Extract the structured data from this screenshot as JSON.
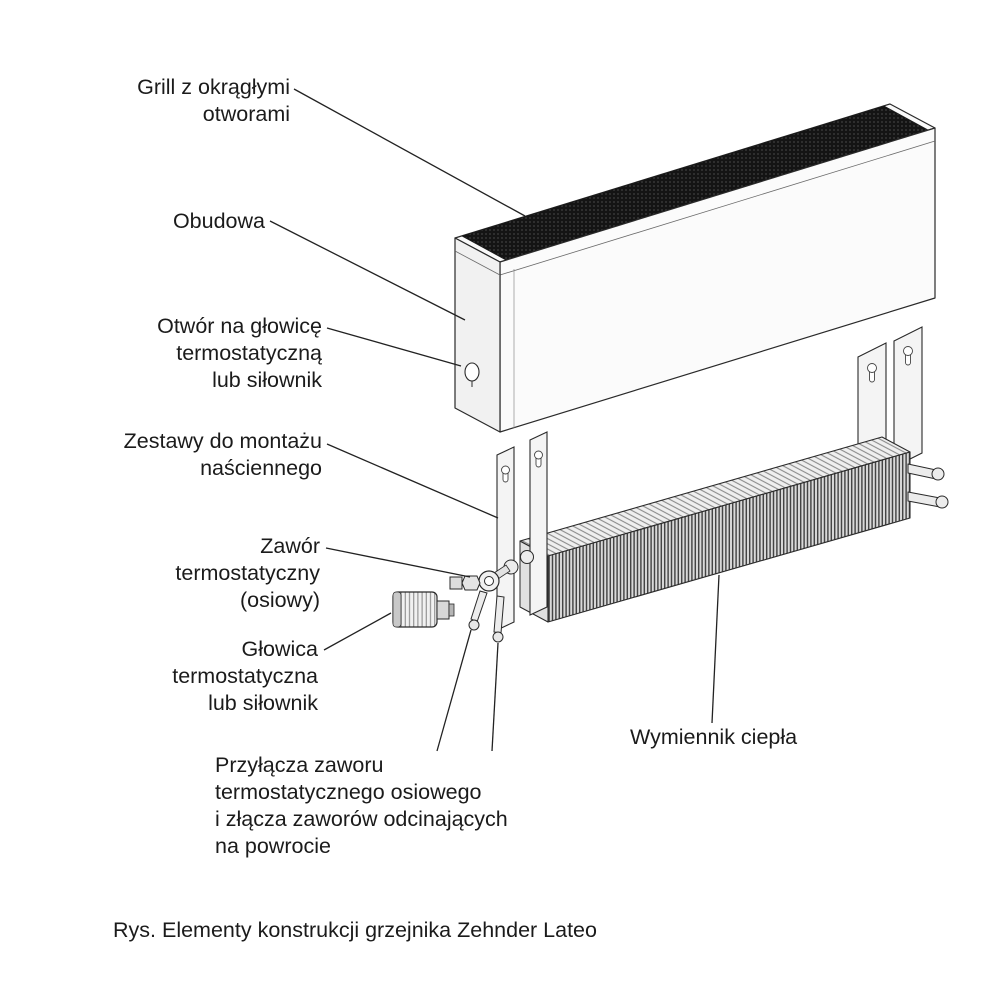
{
  "figure": {
    "caption": "Rys. Elementy konstrukcji grzejnika Zehnder Lateo"
  },
  "labels": {
    "grill": "Grill z okrągłymi\notworami",
    "obudowa": "Obudowa",
    "otwor_glowica": "Otwór na głowicę\ntermostatyczną\nlub siłownik",
    "zestawy_montaz": "Zestawy do montażu\nnaściennego",
    "zawor": "Zawór\ntermostatyczny\n(osiowy)",
    "glowica": "Głowica\ntermostatyczna\nlub siłownik",
    "przylacza": "Przyłącza zaworu\ntermostatycznego osiowego\ni złącza zaworów odcinających\nna powrocie",
    "wymiennik": "Wymiennik ciepła"
  },
  "colors": {
    "line": "#2a2a2a",
    "leader": "#222222",
    "grill_dark": "#141414",
    "fill_light": "#f4f4f4",
    "background": "#ffffff"
  }
}
